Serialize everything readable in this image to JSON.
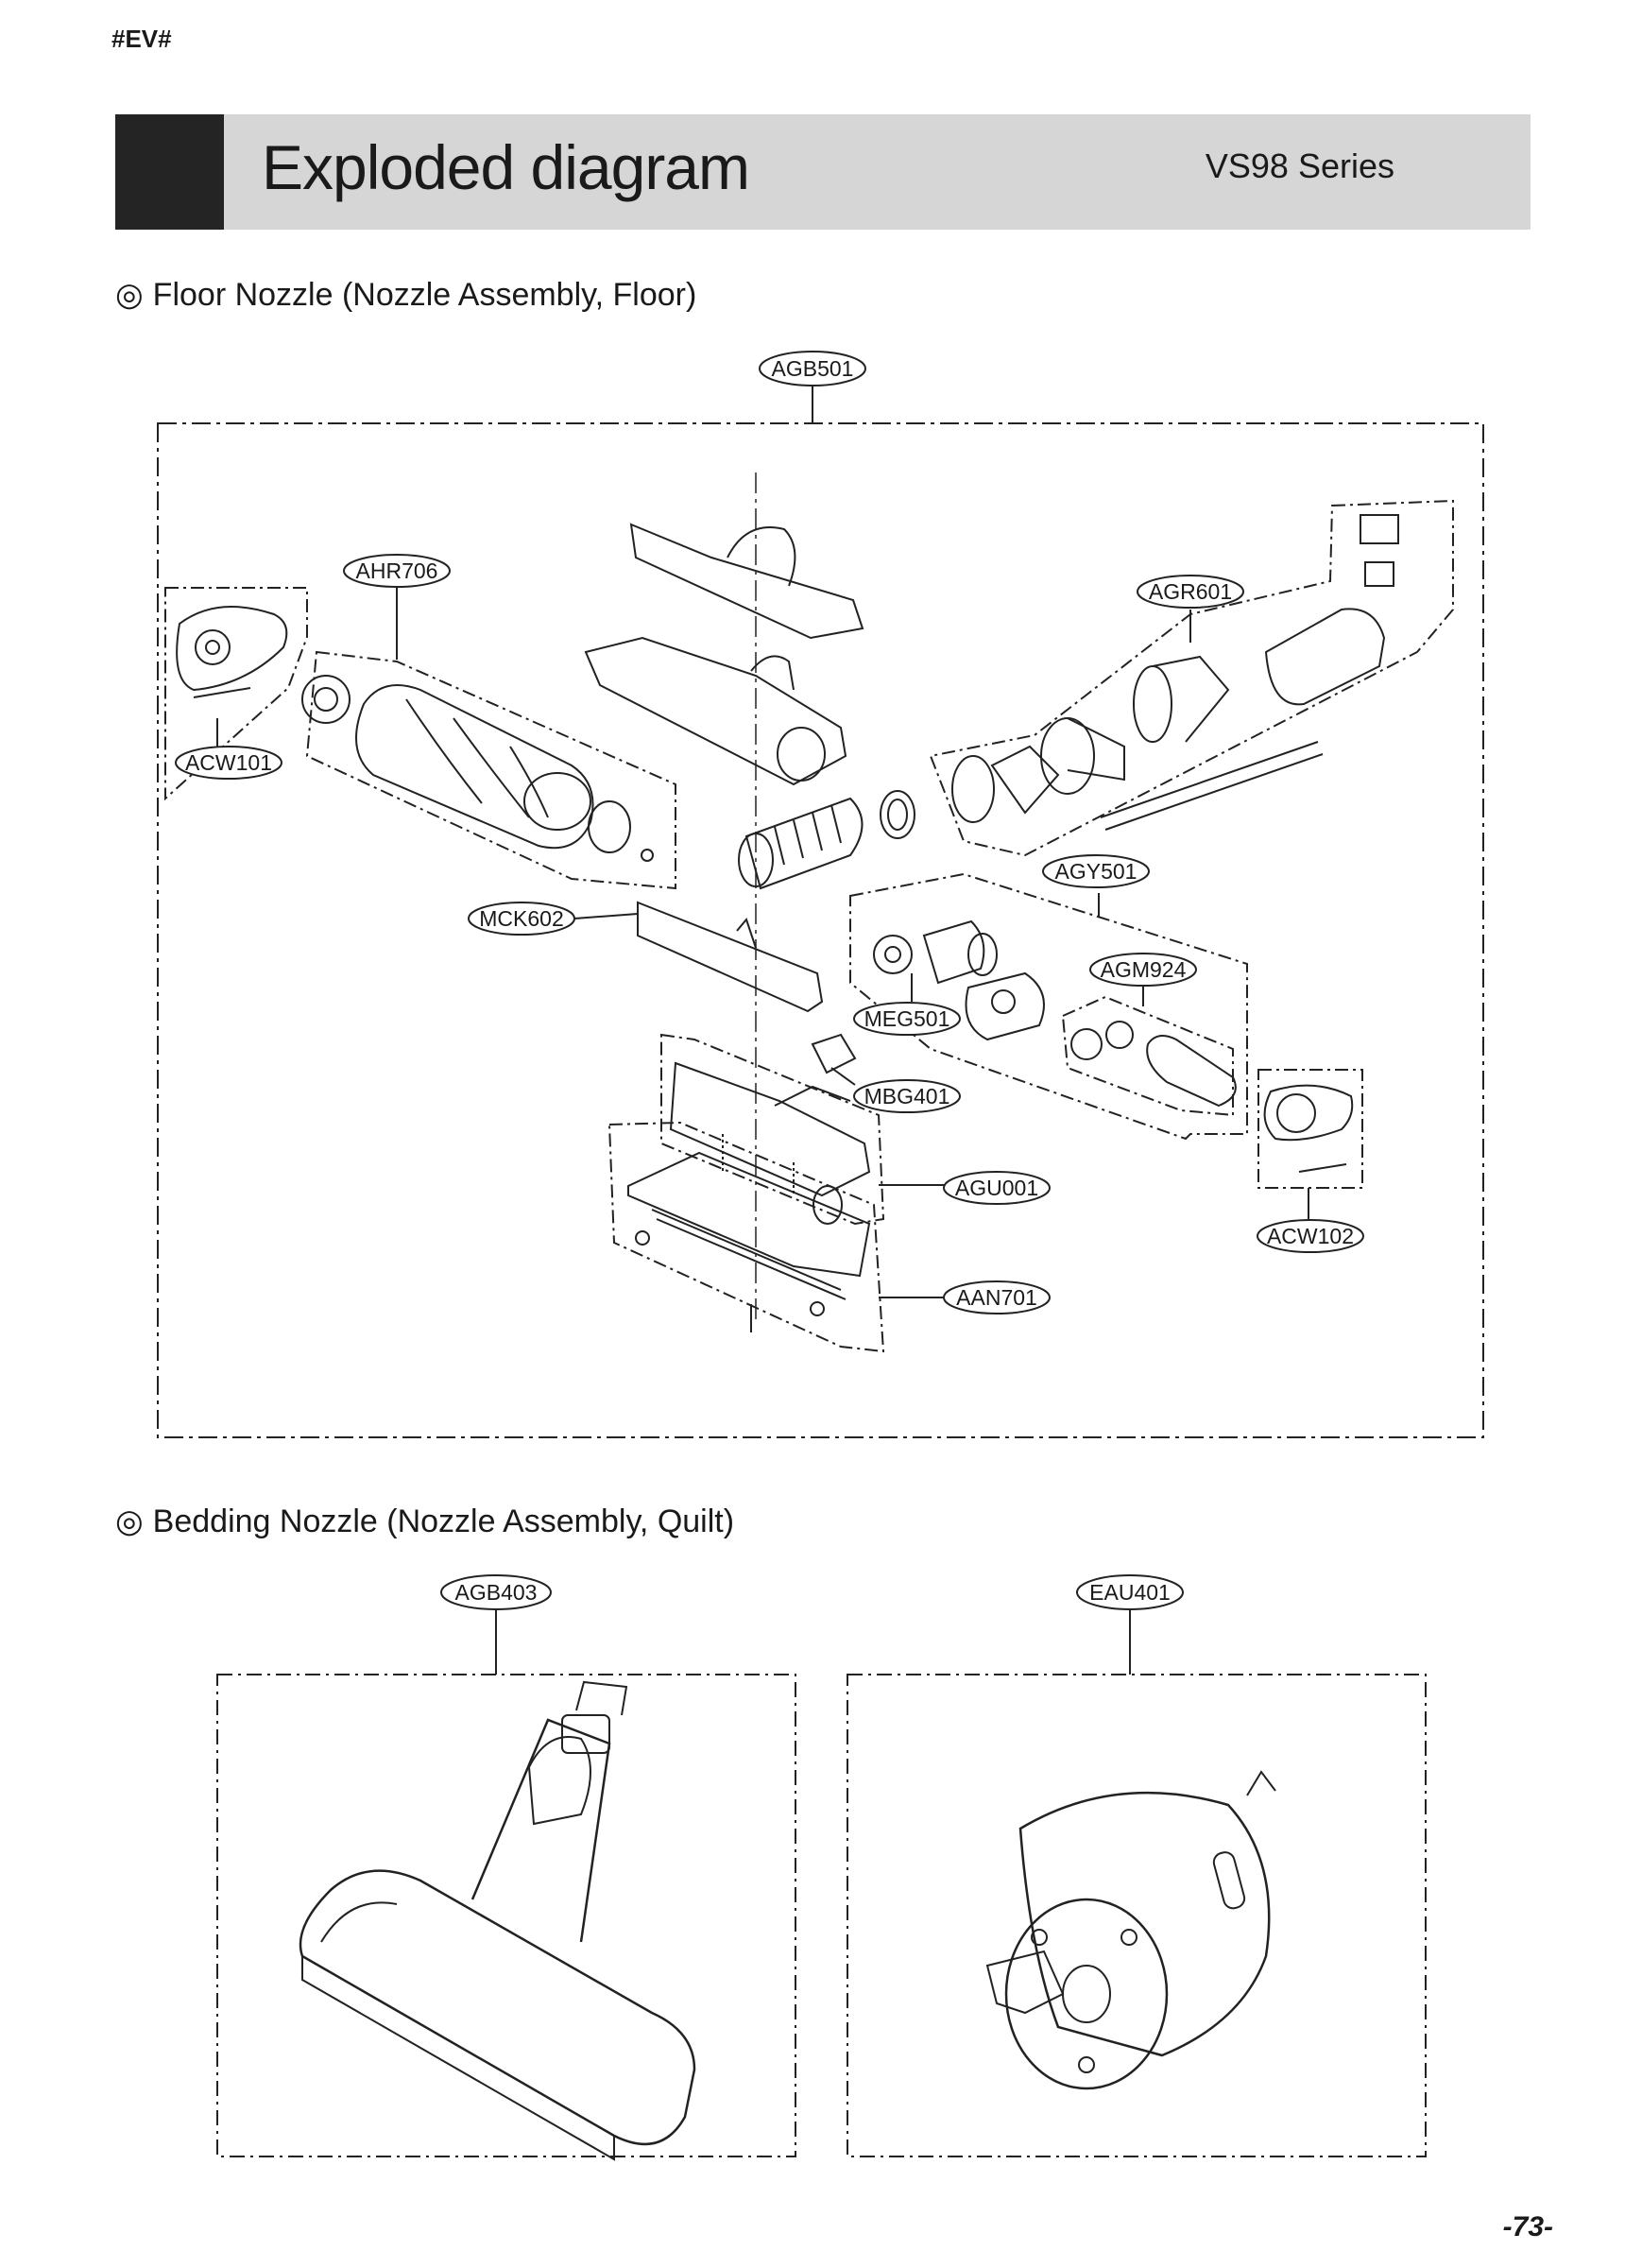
{
  "page": {
    "tag": "#EV#",
    "page_number": "-73-"
  },
  "header": {
    "title": "Exploded diagram",
    "series": "VS98 Series"
  },
  "sections": [
    {
      "symbol": "◎",
      "title": "Floor Nozzle (Nozzle Assembly, Floor)"
    },
    {
      "symbol": "◎",
      "title": "Bedding Nozzle (Nozzle Assembly, Quilt)"
    }
  ],
  "callouts": {
    "agb501": "AGB501",
    "ahr706": "AHR706",
    "agr601": "AGR601",
    "acw101": "ACW101",
    "agy501": "AGY501",
    "mck602": "MCK602",
    "agm924": "AGM924",
    "meg501": "MEG501",
    "mbg401": "MBG401",
    "agu001": "AGU001",
    "acw102": "ACW102",
    "aan701": "AAN701",
    "agb403": "AGB403",
    "eau401": "EAU401"
  }
}
